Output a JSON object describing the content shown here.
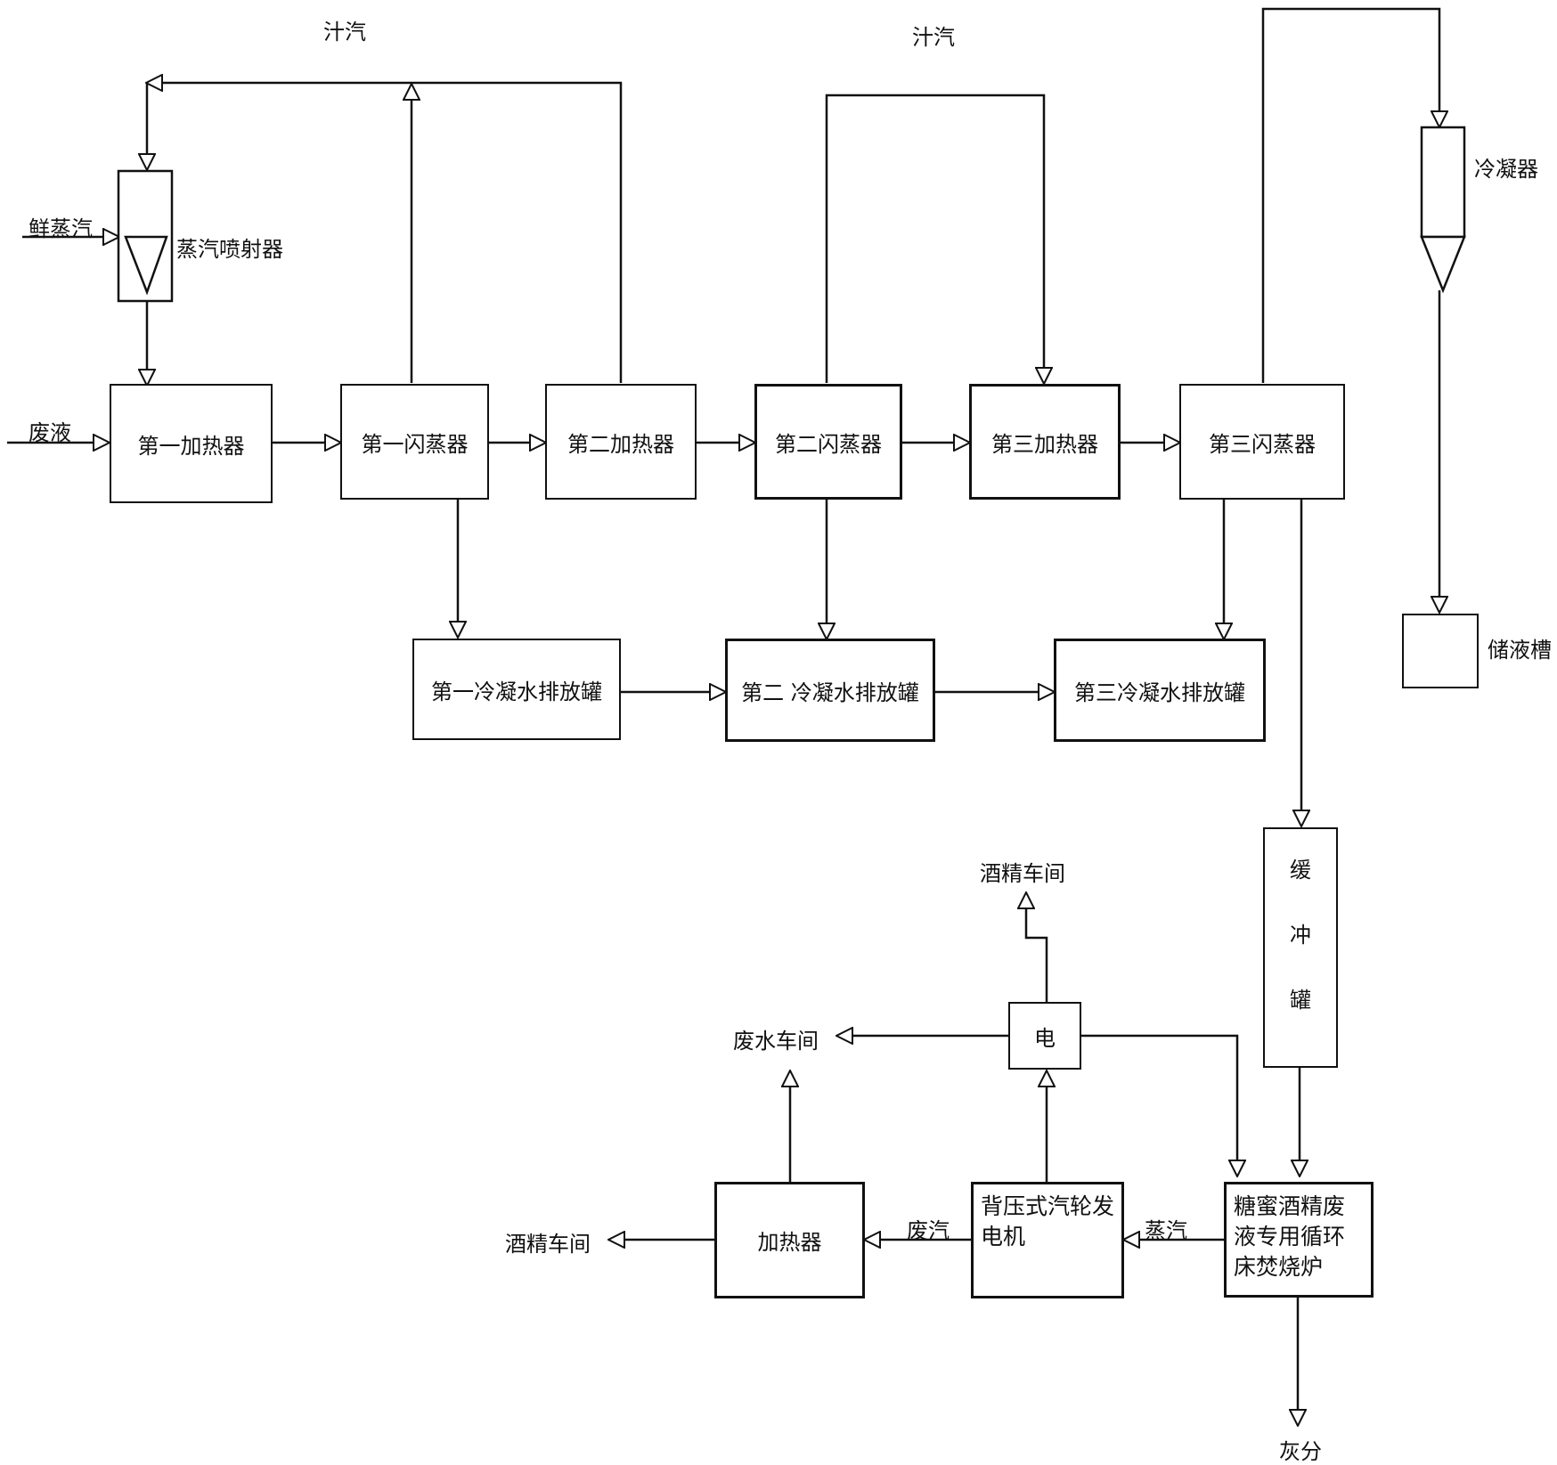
{
  "boxes": {
    "heater1": "第一加热器",
    "flash1": "第一闪蒸器",
    "heater2": "第二加热器",
    "flash2": "第二闪蒸器",
    "heater3": "第三加热器",
    "flash3": "第三闪蒸器",
    "cond_tank1": "第一冷凝水排放罐",
    "cond_tank2": "第二 冷凝水排放罐",
    "cond_tank3": "第三冷凝水排放罐",
    "buffer_tank": [
      "缓",
      "冲",
      "罐"
    ],
    "electric": "电",
    "heater": "加热器",
    "turbine": "背压式汽轮发电机",
    "boiler": "糖蜜酒精废液专用循环床焚烧炉"
  },
  "labels": {
    "vapor1": "汁汽",
    "vapor2": "汁汽",
    "condenser": "冷凝器",
    "fresh_steam": "鲜蒸汽",
    "steam_ejector": "蒸汽喷射器",
    "waste_liquid": "废液",
    "storage_tank": "储液槽",
    "alcohol_workshop_top": "酒精车间",
    "wastewater_workshop": "废水车间",
    "alcohol_workshop_left": "酒精车间",
    "exhaust_steam": "废汽",
    "steam": "蒸汽",
    "ash": "灰分"
  }
}
